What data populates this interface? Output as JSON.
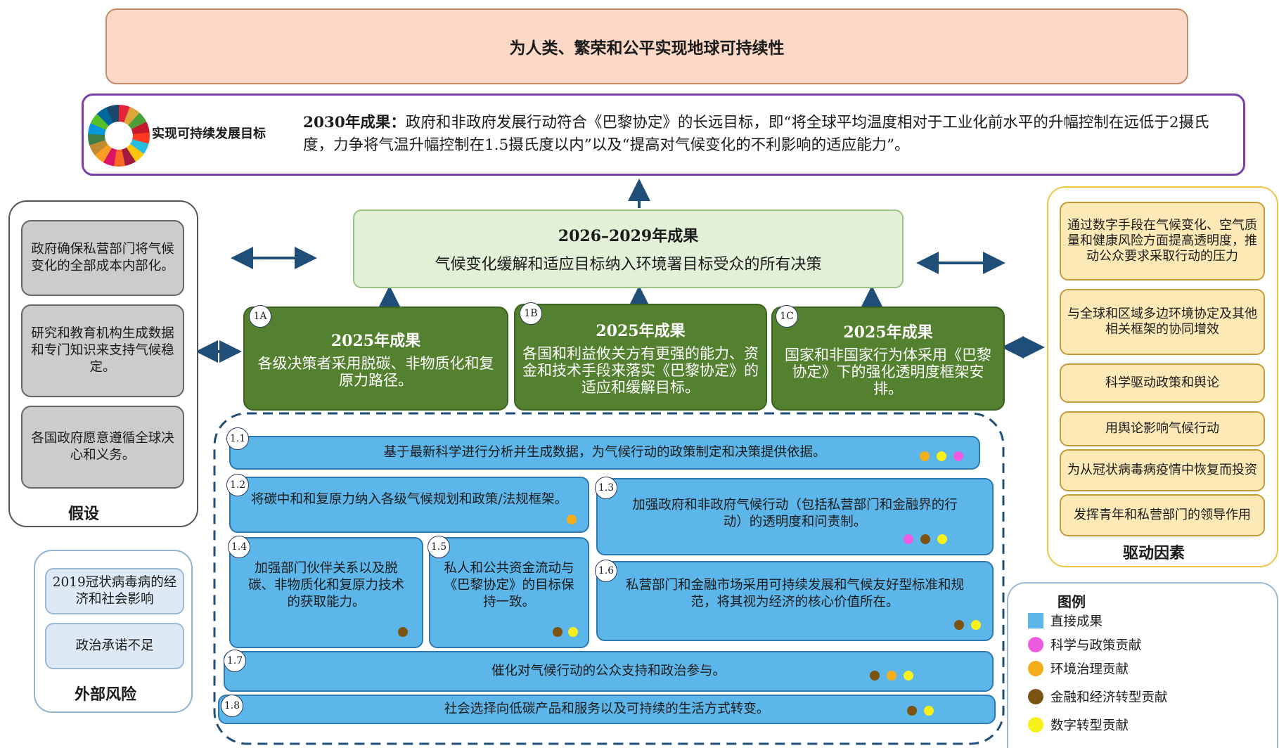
{
  "top_goal": "为人类、繁荣和公平实现地球可持续性",
  "sdg": {
    "label": "实现可持续发展目标",
    "outcome_lead": "2030年成果：",
    "outcome_text": "政府和非政府发展行动符合《巴黎协定》的长远目标，即“将全球平均温度相对于工业化前水平的升幅控制在远低于2摄氏度，力争将气温升幅控制在1.5摄氏度以内”以及“提高对气候变化的不利影响的适应能力”。"
  },
  "mid_outcome": {
    "title": "2026–2029年成果",
    "text": "气候变化缓解和适应目标纳入环境署目标受众的所有决策"
  },
  "outcomes_2025": [
    {
      "tag": "1A",
      "title": "2025年成果",
      "text": "各级决策者采用脱碳、非物质化和复原力路径。"
    },
    {
      "tag": "1B",
      "title": "2025年成果",
      "text": "各国和利益攸关方有更强的能力、资金和技术手段来落实《巴黎协定》的适应和缓解目标。"
    },
    {
      "tag": "1C",
      "title": "2025年成果",
      "text": "国家和非国家行为体采用《巴黎协定》下的强化透明度框架安排。"
    }
  ],
  "direct_outcomes": [
    {
      "tag": "1.1",
      "text": "基于最新科学进行分析并生成数据，为气候行动的政策制定和决策提供依据。",
      "dots": [
        "#f4ad1b",
        "#f7f01c",
        "#ee5be0"
      ]
    },
    {
      "tag": "1.2",
      "text": "将碳中和和复原力纳入各级气候规划和政策/法规框架。",
      "dots": [
        "#f4ad1b"
      ]
    },
    {
      "tag": "1.3",
      "text": "加强政府和非政府气候行动（包括私营部门和金融界的行动）的透明度和问责制。",
      "dots": [
        "#ee5be0",
        "#7a5410",
        "#f7f01c"
      ]
    },
    {
      "tag": "1.4",
      "text": "加强部门伙伴关系以及脱碳、非物质化和复原力技术的获取能力。",
      "dots": [
        "#7a5410"
      ]
    },
    {
      "tag": "1.5",
      "text": "私人和公共资金流动与《巴黎协定》的目标保持一致。",
      "dots": [
        "#7a5410",
        "#f7f01c"
      ]
    },
    {
      "tag": "1.6",
      "text": "私营部门和金融市场采用可持续发展和气候友好型标准和规范，将其视为经济的核心价值所在。",
      "dots": [
        "#7a5410",
        "#f7f01c"
      ]
    },
    {
      "tag": "1.7",
      "text": "催化对气候行动的公众支持和政治参与。",
      "dots": [
        "#7a5410",
        "#f4ad1b",
        "#f7f01c"
      ]
    },
    {
      "tag": "1.8",
      "text": "社会选择向低碳产品和服务以及可持续的生活方式转变。",
      "dots": [
        "#7a5410",
        "#f7f01c"
      ]
    }
  ],
  "assumptions": {
    "title": "假设",
    "items": [
      "政府确保私营部门将气候变化的全部成本内部化。",
      "研究和教育机构生成数据和专门知识来支持气候稳定。",
      "各国政府愿意遵循全球决心和义务。"
    ]
  },
  "risks": {
    "title": "外部风险",
    "items": [
      "2019冠状病毒病的经济和社会影响",
      "政治承诺不足"
    ]
  },
  "drivers": {
    "title": "驱动因素",
    "items": [
      "通过数字手段在气候变化、空气质量和健康风险方面提高透明度，推动公众要求采取行动的压力",
      "与全球和区域多边环境协定及其他相关框架的协同增效",
      "科学驱动政策和舆论",
      "用舆论影响气候行动",
      "为从冠状病毒病疫情中恢复而投资",
      "发挥青年和私营部门的领导作用"
    ]
  },
  "legend": {
    "title": "图例",
    "items": [
      {
        "label": "直接成果",
        "color": "#5db6e9",
        "shape": "square"
      },
      {
        "label": "科学与政策贡献",
        "color": "#ee5be0",
        "shape": "circle"
      },
      {
        "label": "环境治理贡献",
        "color": "#f4ad1b",
        "shape": "circle"
      },
      {
        "label": "金融和经济转型贡献",
        "color": "#7a5410",
        "shape": "circle"
      },
      {
        "label": "数字转型贡献",
        "color": "#f7f01c",
        "shape": "circle"
      }
    ]
  }
}
